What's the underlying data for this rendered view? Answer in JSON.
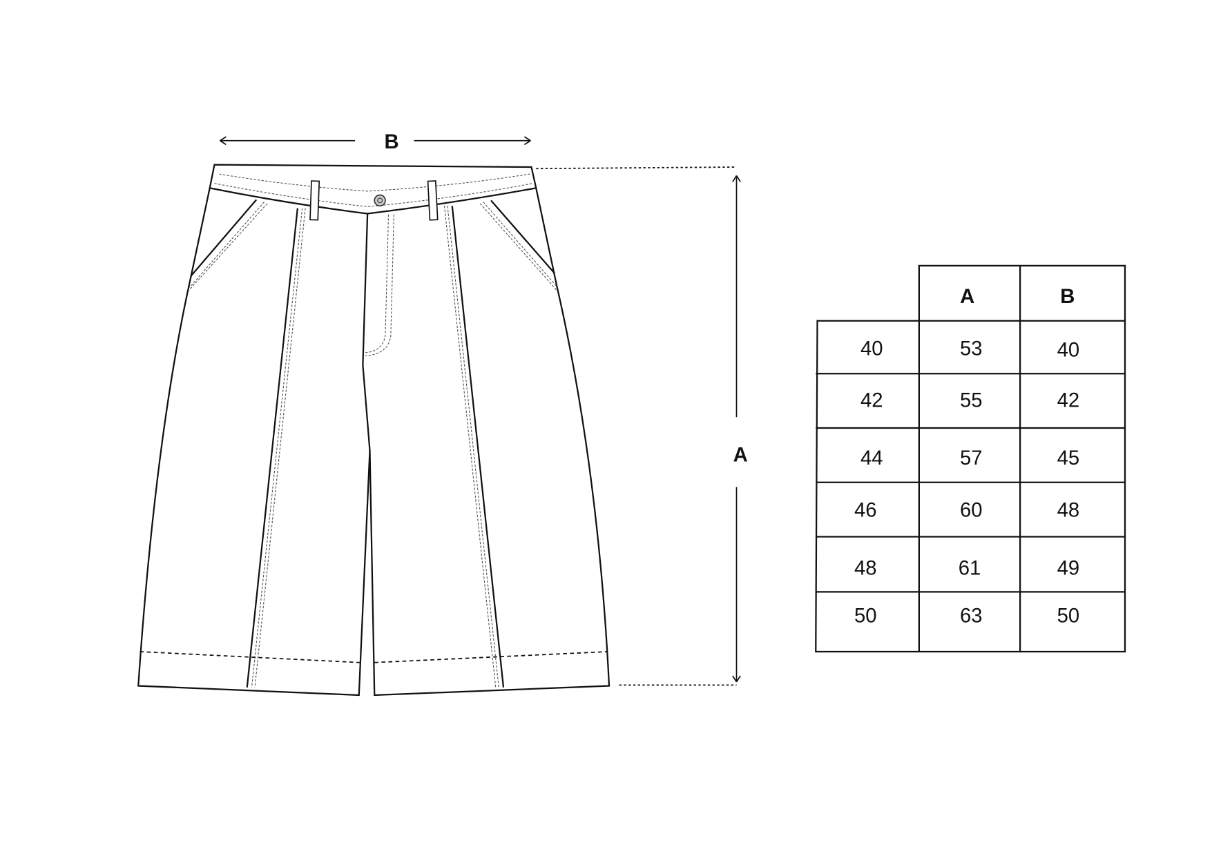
{
  "diagram": {
    "width_label": "B",
    "length_label": "A"
  },
  "size_table": {
    "headers": [
      "",
      "A",
      "B"
    ],
    "rows": [
      [
        "40",
        "53",
        "40"
      ],
      [
        "42",
        "55",
        "42"
      ],
      [
        "44",
        "57",
        "45"
      ],
      [
        "46",
        "60",
        "48"
      ],
      [
        "48",
        "61",
        "49"
      ],
      [
        "50",
        "63",
        "50"
      ]
    ]
  }
}
